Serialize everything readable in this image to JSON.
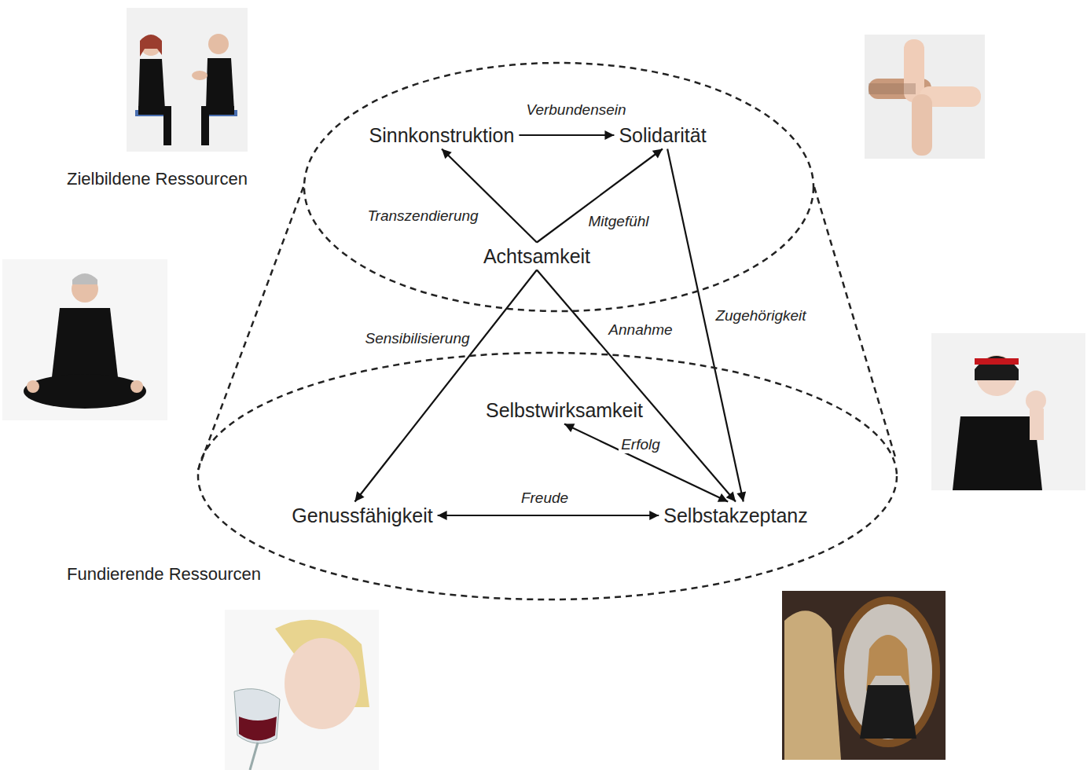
{
  "diagram": {
    "nodes": [
      {
        "text": [
          "Zielbildene Ressourcen"
        ]
      },
      {
        "text": [
          "Sinnkonstruktion"
        ],
        "in": 0
      },
      {
        "text": [
          "Solidarität"
        ],
        "in": 0
      },
      {
        "text": [
          "Achtsamkeit"
        ],
        "in": 0
      },
      {
        "text": [
          "Fundierende Ressourcen"
        ]
      },
      {
        "text": [
          "Selbstwirksamkeit"
        ],
        "in": 4
      },
      {
        "text": [
          "Genussfähigkeit"
        ],
        "in": 4
      },
      {
        "text": [
          "Selbstakzeptanz"
        ],
        "in": 4
      }
    ],
    "edges": [
      {
        "from": 1,
        "to": 2,
        "label": "Verbundensein",
        "arrow": "to"
      },
      {
        "from": 3,
        "to": 1,
        "label": "Transzendierung",
        "arrow": "to"
      },
      {
        "from": 3,
        "to": 2,
        "label": "Mitgefühl",
        "arrow": "to"
      },
      {
        "from": 3,
        "to": 6,
        "label": "Sensibilisierung",
        "arrow": "to"
      },
      {
        "from": 3,
        "to": 7,
        "label": "Annahme",
        "arrow": "to"
      },
      {
        "from": 2,
        "to": 7,
        "label": "Zugehörigkeit",
        "arrow": "to"
      },
      {
        "from": 5,
        "to": 7,
        "label": "Erfolg",
        "arrow": "both"
      },
      {
        "from": 6,
        "to": 7,
        "label": "Freude",
        "arrow": "both"
      }
    ]
  }
}
